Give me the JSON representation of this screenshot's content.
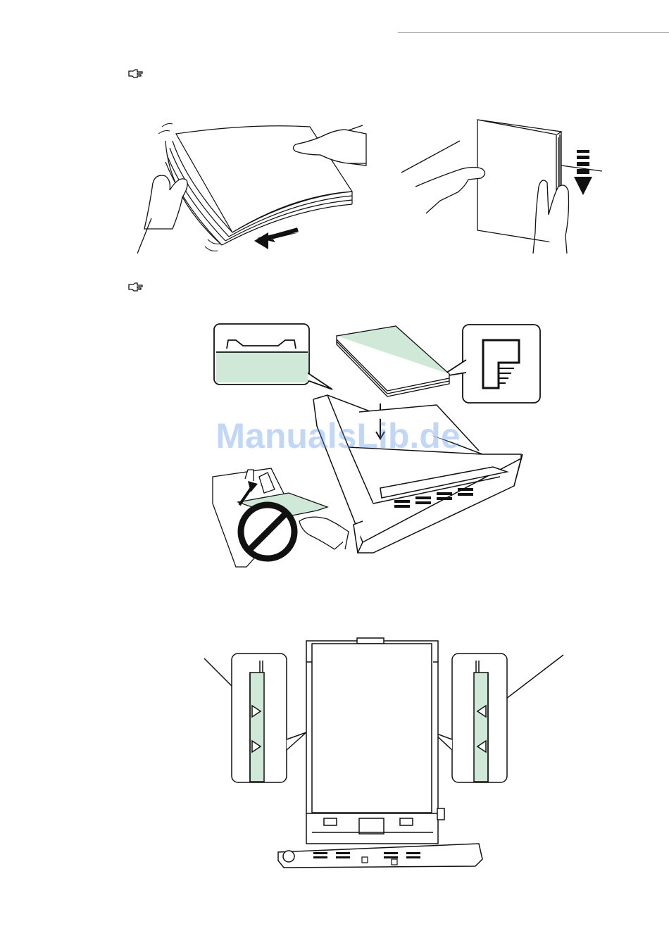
{
  "document": {
    "watermark_text": "ManualsLib.de"
  },
  "notes": [
    {
      "icon": "pointing-hand-note-icon"
    },
    {
      "icon": "pointing-hand-note-icon"
    }
  ],
  "figures": [
    {
      "name": "fan-paper-stack",
      "icon": "fan-paper-illustration"
    },
    {
      "name": "align-paper-edges",
      "icon": "align-paper-illustration"
    },
    {
      "name": "load-paper-cassette",
      "icon": "load-cassette-illustration"
    },
    {
      "name": "paper-width-guides",
      "icon": "width-guide-illustration"
    }
  ],
  "colors": {
    "paper_tint": "#cfe8d8",
    "line": "#111111",
    "watermark": "#508ce6",
    "header_rule": "#9a9a9a"
  }
}
